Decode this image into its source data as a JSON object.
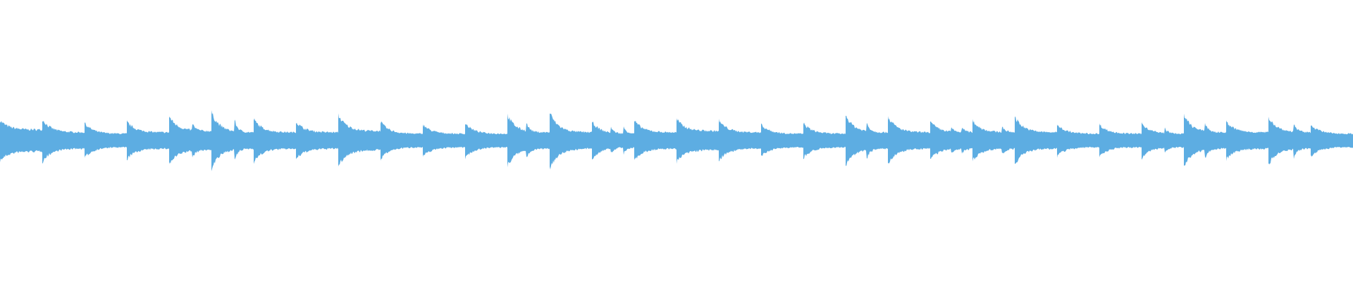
{
  "chart_data": {
    "type": "area",
    "title": "",
    "xlabel": "",
    "ylabel": "",
    "ylim": [
      -1,
      1
    ],
    "grid": false,
    "color": "#5dade2",
    "background": "#ffffff",
    "segments": [
      {
        "peak": 0.15,
        "tail": 0.08,
        "hits": []
      },
      {
        "peak": 0.16,
        "tail": 0.06,
        "hits": []
      },
      {
        "peak": 0.13,
        "tail": 0.05,
        "hits": []
      },
      {
        "peak": 0.14,
        "tail": 0.06,
        "hits": []
      },
      {
        "peak": 0.18,
        "tail": 0.07,
        "hits": [
          0.55
        ]
      },
      {
        "peak": 0.21,
        "tail": 0.06,
        "hits": [
          0.55
        ]
      },
      {
        "peak": 0.16,
        "tail": 0.06,
        "hits": []
      },
      {
        "peak": 0.14,
        "tail": 0.06,
        "hits": []
      },
      {
        "peak": 0.19,
        "tail": 0.07,
        "hits": []
      },
      {
        "peak": 0.14,
        "tail": 0.05,
        "hits": []
      },
      {
        "peak": 0.12,
        "tail": 0.05,
        "hits": []
      },
      {
        "peak": 0.13,
        "tail": 0.05,
        "hits": []
      },
      {
        "peak": 0.19,
        "tail": 0.06,
        "hits": [
          0.45
        ]
      },
      {
        "peak": 0.21,
        "tail": 0.06,
        "hits": []
      },
      {
        "peak": 0.14,
        "tail": 0.05,
        "hits": [
          0.45,
          0.75
        ]
      },
      {
        "peak": 0.15,
        "tail": 0.06,
        "hits": []
      },
      {
        "peak": 0.16,
        "tail": 0.07,
        "hits": []
      },
      {
        "peak": 0.15,
        "tail": 0.06,
        "hits": []
      },
      {
        "peak": 0.12,
        "tail": 0.05,
        "hits": []
      },
      {
        "peak": 0.13,
        "tail": 0.05,
        "hits": []
      },
      {
        "peak": 0.19,
        "tail": 0.06,
        "hits": [
          0.5
        ]
      },
      {
        "peak": 0.18,
        "tail": 0.06,
        "hits": []
      },
      {
        "peak": 0.14,
        "tail": 0.06,
        "hits": [
          0.5,
          0.75
        ]
      },
      {
        "peak": 0.15,
        "tail": 0.06,
        "hits": [
          0.7
        ]
      },
      {
        "peak": 0.18,
        "tail": 0.06,
        "hits": []
      },
      {
        "peak": 0.12,
        "tail": 0.05,
        "hits": []
      },
      {
        "peak": 0.12,
        "tail": 0.05,
        "hits": []
      },
      {
        "peak": 0.13,
        "tail": 0.05,
        "hits": [
          0.55
        ]
      },
      {
        "peak": 0.19,
        "tail": 0.06,
        "hits": [
          0.5
        ]
      },
      {
        "peak": 0.14,
        "tail": 0.06,
        "hits": []
      },
      {
        "peak": 0.18,
        "tail": 0.06,
        "hits": [
          0.6
        ]
      },
      {
        "peak": 0.12,
        "tail": 0.05,
        "hits": []
      }
    ]
  }
}
